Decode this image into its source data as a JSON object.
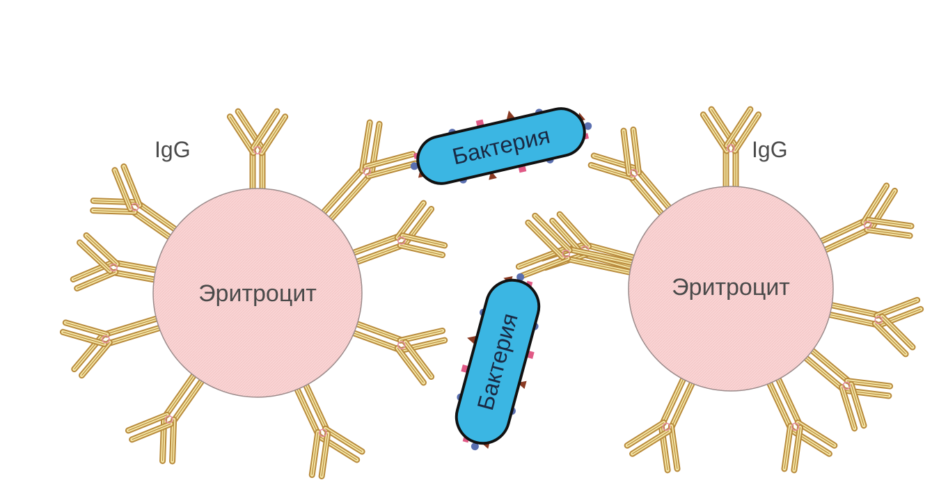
{
  "labels": {
    "igg_left": "IgG",
    "igg_right": "IgG",
    "cell_left": "Эритроцит",
    "cell_right": "Эритроцит",
    "bacterium_top": "Бактерия",
    "bacterium_bottom": "Бактерия"
  },
  "colors": {
    "erythrocyte_fill": "#f9d4d4",
    "erythrocyte_stroke": "#9a8a8a",
    "bacterium_fill": "#3bb6e3",
    "bacterium_stroke": "#111111",
    "antibody_outer": "#b88a3c",
    "antibody_inner": "#f4e6a6",
    "antigen_blue": "#5a6fb0",
    "antigen_pink": "#e05a86",
    "antigen_brown": "#8a3a22"
  }
}
